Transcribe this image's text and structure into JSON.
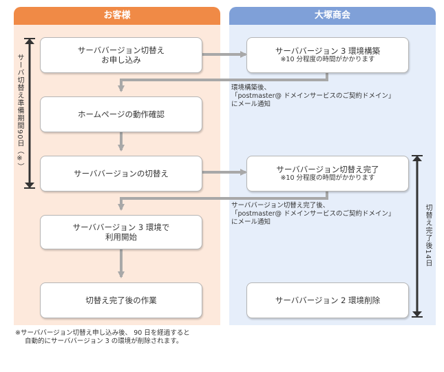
{
  "lanes": {
    "customer": {
      "title": "お客様",
      "header_color": "#f08a46",
      "body_color": "#fde9dc"
    },
    "company": {
      "title": "大塚商会",
      "header_color": "#7fa0d8",
      "body_color": "#e6eefa"
    }
  },
  "boxes": {
    "apply": {
      "line1": "サーババージョン切替え",
      "line2": "お申し込み"
    },
    "env_build": {
      "line1": "サーババージョン 3 環境構築",
      "sub": "※10 分程度の時間がかかります"
    },
    "check_home": {
      "line1": "ホームページの動作確認"
    },
    "switch": {
      "line1": "サーババージョンの切替え"
    },
    "switch_done": {
      "line1": "サーババージョン切替え完了",
      "sub": "※10 分程度の時間がかかります"
    },
    "start_use": {
      "line1": "サーババージョン 3 環境で",
      "line2": "利用開始"
    },
    "after_work": {
      "line1": "切替え完了後の作業"
    },
    "delete_env": {
      "line1": "サーババージョン 2 環境削除"
    }
  },
  "notes": {
    "after_build": {
      "line1": "環境構築後、",
      "line2": "「postmaster@ ドメインサービスのご契約ドメイン」",
      "line3": "にメール通知"
    },
    "after_switch": {
      "line1": "サーババージョン切替え完了後、",
      "line2": "「postmaster@ ドメインサービスのご契約ドメイン」",
      "line3": "にメール通知"
    }
  },
  "period_labels": {
    "prep": "サーバ切替え準備期間90日（※）",
    "after": "切替え完了後14日"
  },
  "footnote": {
    "line1": "※サーババージョン切替え申し込み後、 90 日を経過すると",
    "line2": "自動的にサーババージョン 3 の環境が削除されます。"
  },
  "colors": {
    "arrow": "#a8a8a8",
    "period_bar": "#333333"
  }
}
